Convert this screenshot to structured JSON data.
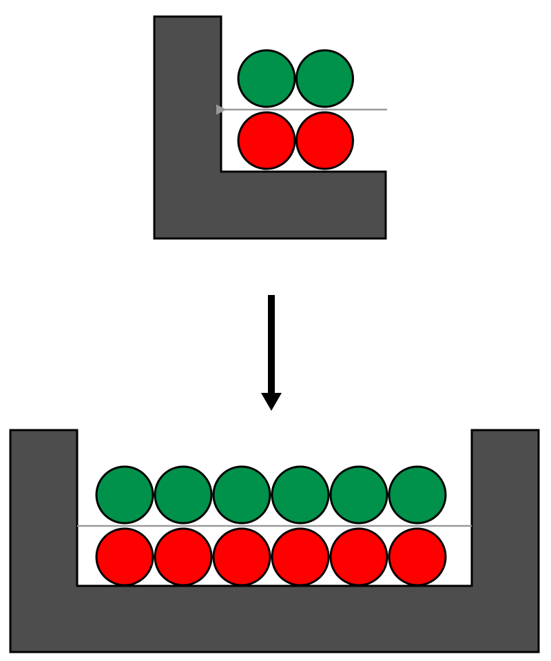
{
  "colors": {
    "wall": "#4d4d4d",
    "outline": "#000000",
    "ball_top": "#00914a",
    "ball_bottom": "#ff0000",
    "divider": "#999999",
    "arrow": "#000000",
    "background": "#ffffff"
  },
  "top_figure": {
    "shape": "L-shaped container",
    "rows": [
      {
        "color_key": "ball_top",
        "count": 2
      },
      {
        "color_key": "ball_bottom",
        "count": 2
      }
    ],
    "divider_has_arrowhead": true
  },
  "transition": {
    "icon": "down-arrow-icon"
  },
  "bottom_figure": {
    "shape": "U-shaped container",
    "rows": [
      {
        "color_key": "ball_top",
        "count": 6
      },
      {
        "color_key": "ball_bottom",
        "count": 6
      }
    ],
    "divider_has_arrowhead": false
  }
}
